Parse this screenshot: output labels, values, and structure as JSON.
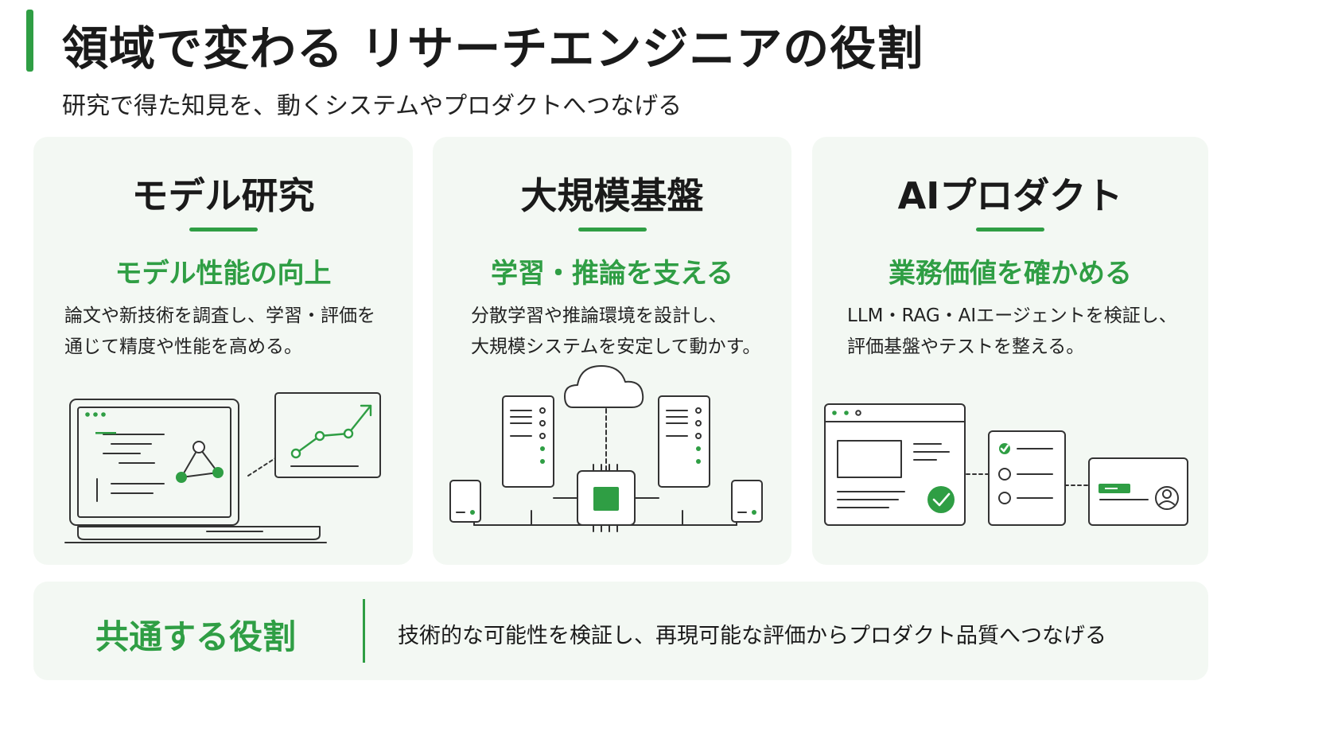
{
  "header": {
    "title": "領域で変わる リサーチエンジニアの役割",
    "subtitle": "研究で得た知見を、動くシステムやプロダクトへつなげる"
  },
  "cards": [
    {
      "title": "モデル研究",
      "headline": "モデル性能の向上",
      "description": [
        "論文や新技術を調査し、学習・評価を",
        "通じて精度や性能を高める。"
      ],
      "illustration": "laptop-with-growth-chart"
    },
    {
      "title": "大規模基盤",
      "headline": "学習・推論を支える",
      "description": [
        "分散学習や推論環境を設計し、",
        "大規模システムを安定して動かす。"
      ],
      "illustration": "cloud-server-cluster"
    },
    {
      "title": "AIプロダクト",
      "headline": "業務価値を確かめる",
      "description": [
        "LLM・RAG・AIエージェントを検証し、",
        "評価基盤やテストを整える。"
      ],
      "illustration": "app-window-checklist-profile"
    }
  ],
  "footer": {
    "title": "共通する役割",
    "text": "技術的な可能性を検証し、再現可能な評価からプロダクト品質へつなげる"
  },
  "colors": {
    "accent": "#2f9e44",
    "card_background": "#f3f8f3",
    "text": "#1a1a1a",
    "line_art": "#333333"
  }
}
